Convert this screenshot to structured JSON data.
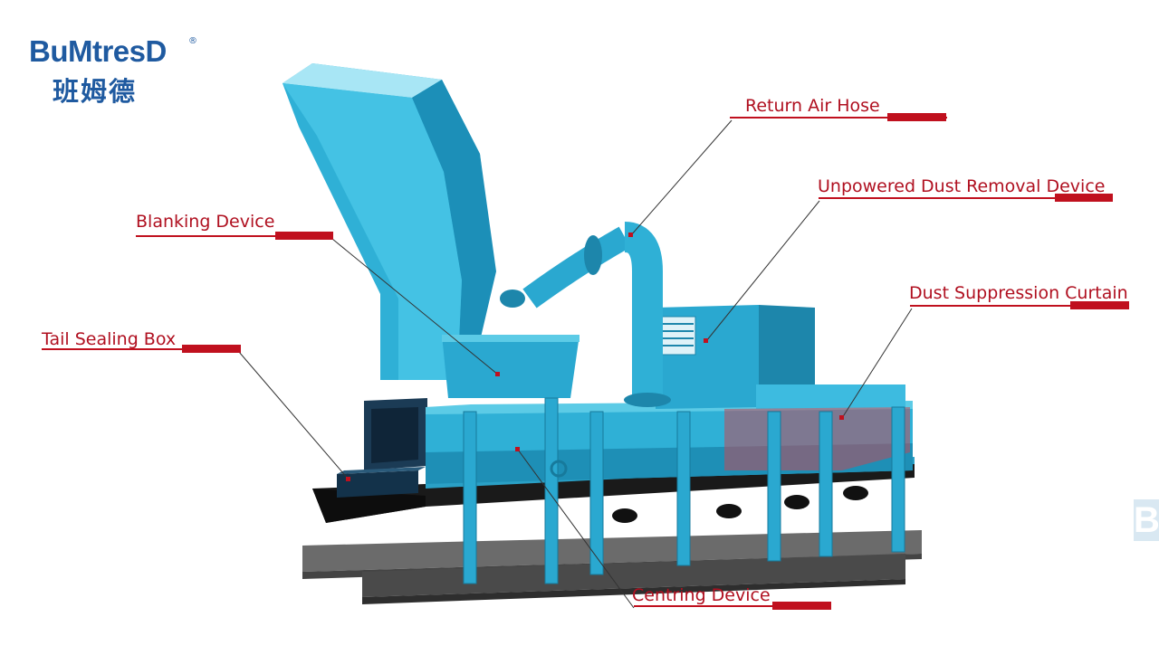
{
  "brand": {
    "name_en": "BuMtresD",
    "registered_mark": "®",
    "name_cn": "班姆德",
    "side_mark": "B"
  },
  "colors": {
    "label_text": "#b01020",
    "label_underline": "#c0101e",
    "leader_line": "#333333",
    "logo": "#1f5aa0",
    "equipment_body": "#2fa8d0",
    "equipment_light": "#5ccbe6",
    "equipment_dark": "#177a9c",
    "belt": "#111111",
    "base_frame": "#5a5a5a",
    "curtain": "#c04a5a"
  },
  "callouts": [
    {
      "id": "return-air-hose",
      "label": "Return Air Hose"
    },
    {
      "id": "unpowered-dust-removal-device",
      "label": "Unpowered Dust Removal Device"
    },
    {
      "id": "blanking-device",
      "label": "Blanking Device"
    },
    {
      "id": "dust-suppression-curtain",
      "label": "Dust Suppression Curtain"
    },
    {
      "id": "tail-sealing-box",
      "label": "Tail Sealing Box"
    },
    {
      "id": "centring-device",
      "label": "Centring Device"
    }
  ]
}
